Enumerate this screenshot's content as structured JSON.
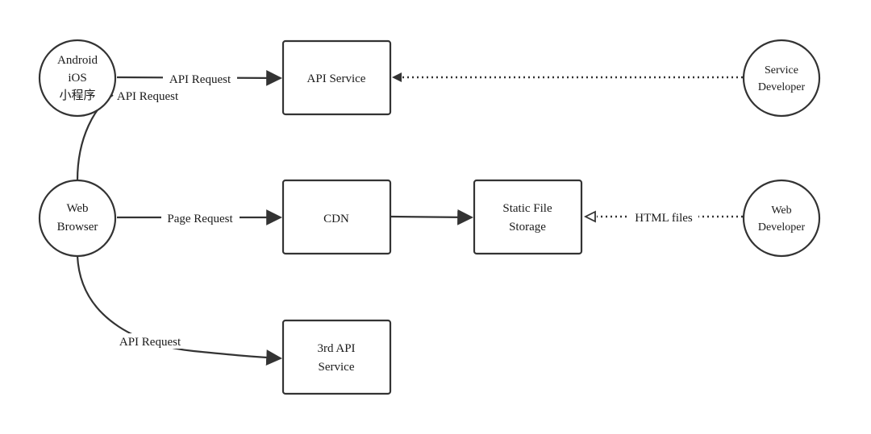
{
  "nodes": {
    "clients": {
      "lines": [
        "Android",
        "iOS",
        "小程序"
      ]
    },
    "web_browser": {
      "lines": [
        "Web",
        "Browser"
      ]
    },
    "api_service": {
      "lines": [
        "API Service"
      ]
    },
    "cdn": {
      "lines": [
        "CDN"
      ]
    },
    "static_storage": {
      "lines": [
        "Static File",
        "Storage"
      ]
    },
    "third_api": {
      "lines": [
        "3rd API",
        "Service"
      ]
    },
    "service_developer": {
      "lines": [
        "Service",
        "Developer"
      ]
    },
    "web_developer": {
      "lines": [
        "Web",
        "Developer"
      ]
    }
  },
  "edges": {
    "clients_to_api": "API Request",
    "browser_to_api": "API Request",
    "browser_to_cdn": "Page Request",
    "browser_to_third": "API Request",
    "web_dev_to_storage": "HTML files"
  },
  "colors": {
    "stroke": "#333333",
    "background": "#ffffff",
    "text": "#1a1a1a"
  }
}
